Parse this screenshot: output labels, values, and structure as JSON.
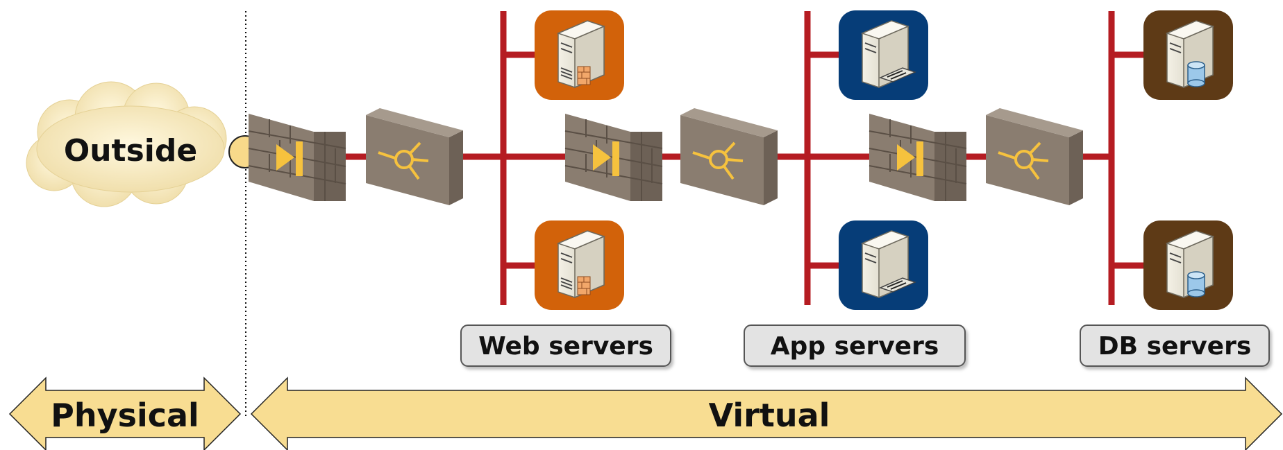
{
  "outside_label": "Outside",
  "tiers": [
    {
      "name": "web",
      "label": "Web servers",
      "tile_color": "#D2620A",
      "icon": "server-firewall-icon"
    },
    {
      "name": "app",
      "label": "App servers",
      "tile_color": "#063D78",
      "icon": "server-network-card-icon"
    },
    {
      "name": "db",
      "label": "DB servers",
      "tile_color": "#5E3A16",
      "icon": "server-database-icon"
    }
  ],
  "zones": {
    "physical": "Physical",
    "virtual": "Virtual"
  },
  "colors": {
    "network_line": "#B51C22",
    "appliance": "#8A7D70",
    "appliance_symbol": "#F6C23E",
    "arrow_fill": "#FBE19B",
    "label_box": "#E3E3E3",
    "cloud": "#F8EBC0"
  },
  "devices": {
    "firewall_count": 3,
    "load_balancer_count": 3,
    "server_count": 6
  }
}
